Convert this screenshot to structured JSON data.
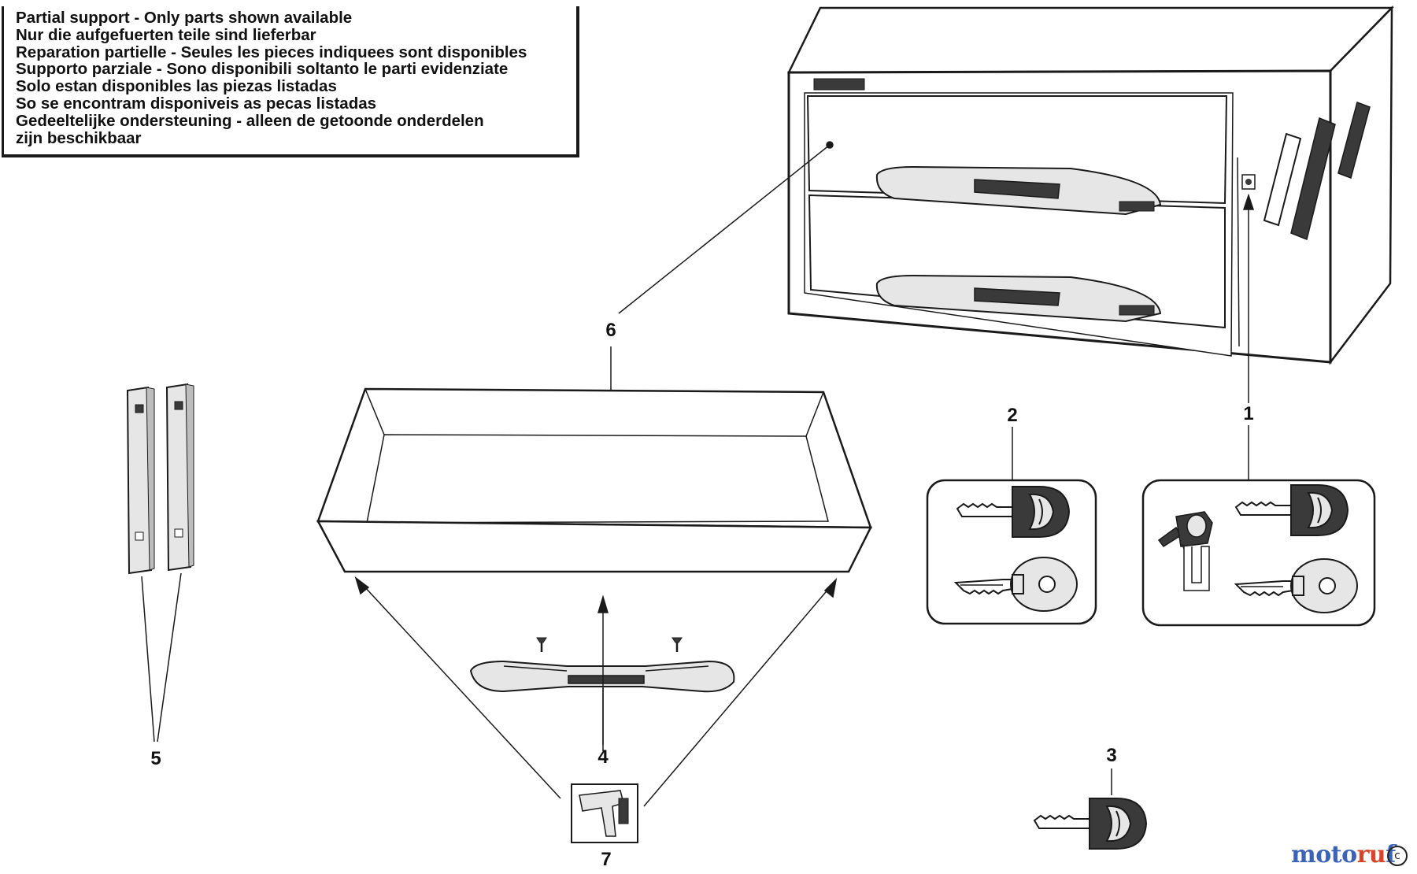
{
  "notice": {
    "lines": [
      "Partial support - Only parts shown available",
      "Nur die aufgefuerten teile sind lieferbar",
      "Reparation partielle - Seules les pieces indiquees sont disponibles",
      "Supporto parziale - Sono disponibili soltanto le parti evidenziate",
      "Solo estan disponibles las piezas listadas",
      "So se encontram disponiveis as pecas listadas",
      "Gedeeltelijke ondersteuning - alleen de getoonde onderdelen",
      "zijn beschikbaar"
    ]
  },
  "callouts": {
    "p1": "1",
    "p2": "2",
    "p3": "3",
    "p4": "4",
    "p5": "5",
    "p6": "6",
    "p7": "7"
  },
  "watermark": {
    "part_a": "moto",
    "part_b": "ru",
    "part_c": "f",
    "copyright": "c"
  },
  "icons": [
    "lock-cylinder-icon",
    "key-icon",
    "screw-icon"
  ],
  "colors": {
    "line": "#1a1a1a",
    "fill_dark": "#3a3a3a",
    "fill_light": "#e6e6e6"
  }
}
